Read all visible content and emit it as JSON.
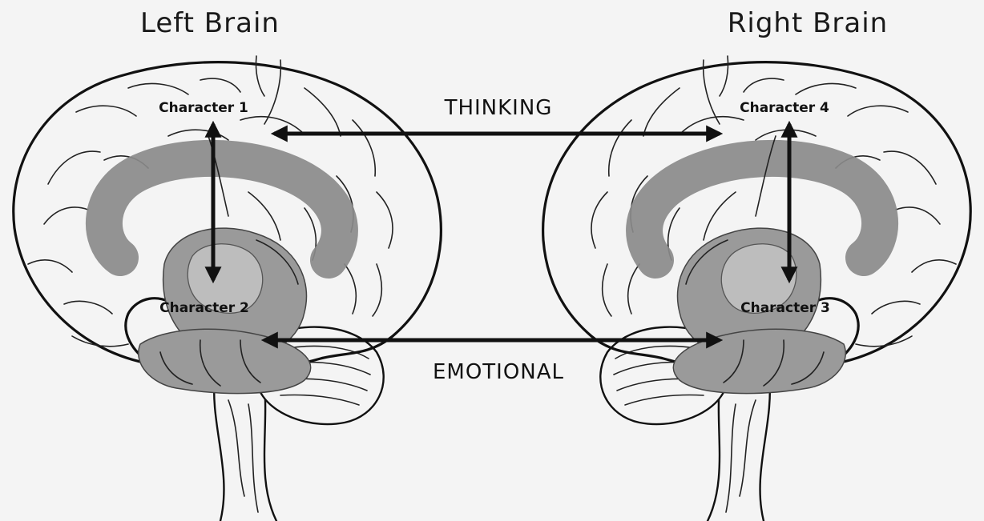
{
  "titles": {
    "left": "Left Brain",
    "right": "Right Brain"
  },
  "characters": {
    "c1": "Character 1",
    "c2": "Character 2",
    "c3": "Character 3",
    "c4": "Character 4"
  },
  "axes": {
    "top": "THINKING",
    "bottom": "EMOTIONAL"
  },
  "colors": {
    "background": "#f4f4f4",
    "outline": "#111111",
    "band": "#8a8a8a",
    "limbic": "#9a9a9a",
    "limbic_light": "#bdbdbd"
  }
}
